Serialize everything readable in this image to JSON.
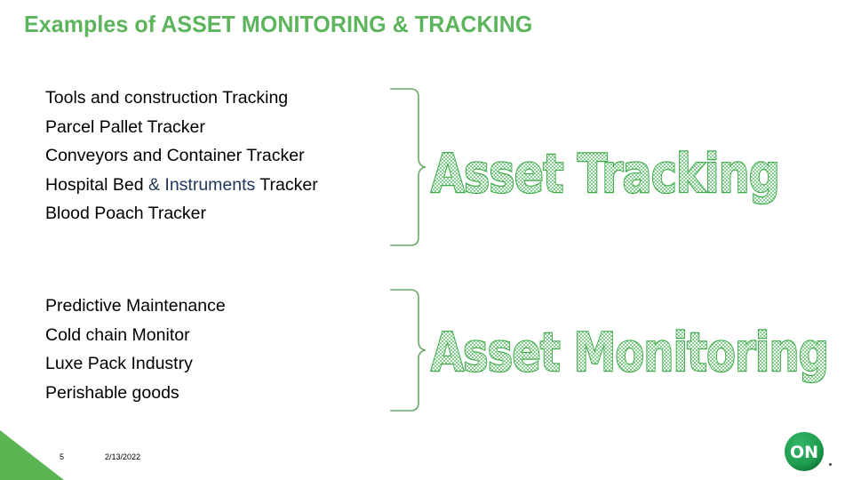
{
  "slide": {
    "title": "Examples of ASSET MONITORING & TRACKING",
    "title_color": "#5cb45c",
    "background_color": "#ffffff"
  },
  "tracking_block": {
    "lines": [
      {
        "text": "Tools and construction Tracking"
      },
      {
        "text": "Parcel Pallet Tracker"
      },
      {
        "text": "Conveyors and Container Tracker"
      },
      {
        "prefix": "Hospital Bed ",
        "accent": "& Instruments",
        "suffix": " Tracker"
      },
      {
        "text": "Blood Poach Tracker"
      }
    ],
    "accent_color": "#1f3558",
    "text_color": "#000000"
  },
  "monitoring_block": {
    "lines": [
      {
        "text": "Predictive Maintenance"
      },
      {
        "text": "Cold chain Monitor"
      },
      {
        "text": "Luxe Pack Industry"
      },
      {
        "text": "Perishable goods"
      }
    ],
    "text_color": "#000000"
  },
  "wordart": {
    "tracking_label": "Asset Tracking",
    "monitoring_label": "Asset Monitoring",
    "outline_color": "#3faa4a",
    "fill_color": "#b9e8b9"
  },
  "braces": {
    "brace_color": "#6aa96a",
    "top_brace_label": "brace-asset-tracking",
    "bottom_brace_label": "brace-asset-monitoring"
  },
  "footer": {
    "slide_number": "5",
    "date": "2/13/2022",
    "corner_color": "#5cb553"
  },
  "logo": {
    "text": "ON",
    "circle_color": "#1f9e4f",
    "text_color": "#ffffff"
  }
}
